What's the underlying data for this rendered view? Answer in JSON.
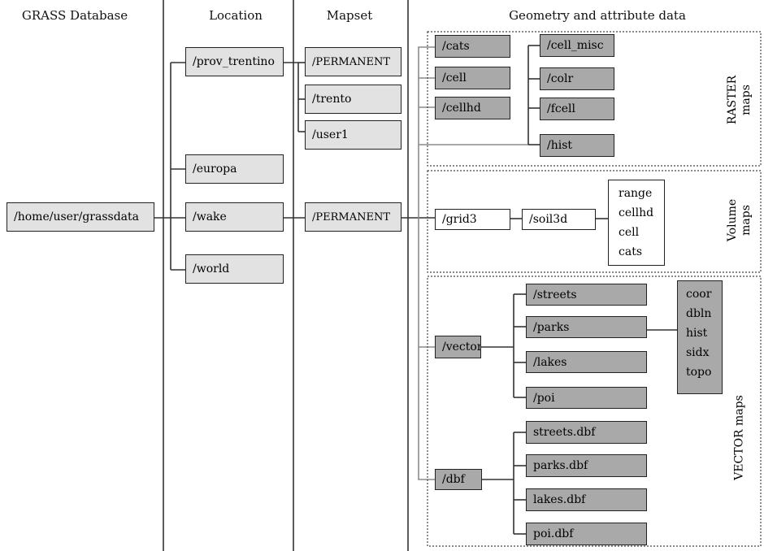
{
  "headers": {
    "database": "GRASS Database",
    "location": "Location",
    "mapset": "Mapset",
    "geometry": "Geometry and attribute data"
  },
  "database": "/home/user/grassdata",
  "locations": [
    "/prov_trentino",
    "/europa",
    "/wake",
    "/world"
  ],
  "mapsets_trentino": [
    "/PERMANENT",
    "/trento",
    "/user1"
  ],
  "mapset_wake": "/PERMANENT",
  "raster": {
    "label_line1": "RASTER",
    "label_line2": "maps",
    "dirs": [
      "/cats",
      "/cell",
      "/cellhd"
    ],
    "dirs2": [
      "/cell_misc",
      "/colr",
      "/fcell",
      "/hist"
    ]
  },
  "volume": {
    "label_line1": "Volume",
    "label_line2": "maps",
    "grid": "/grid3",
    "map": "/soil3d",
    "files": [
      "range",
      "cellhd",
      "cell",
      "cats"
    ]
  },
  "vector": {
    "label": "VECTOR maps",
    "dir": "/vector",
    "maps": [
      "/streets",
      "/parks",
      "/lakes",
      "/poi"
    ],
    "files": [
      "coor",
      "dbln",
      "hist",
      "sidx",
      "topo"
    ],
    "dbf_dir": "/dbf",
    "dbf_files": [
      "streets.dbf",
      "parks.dbf",
      "lakes.dbf",
      "poi.dbf"
    ]
  }
}
